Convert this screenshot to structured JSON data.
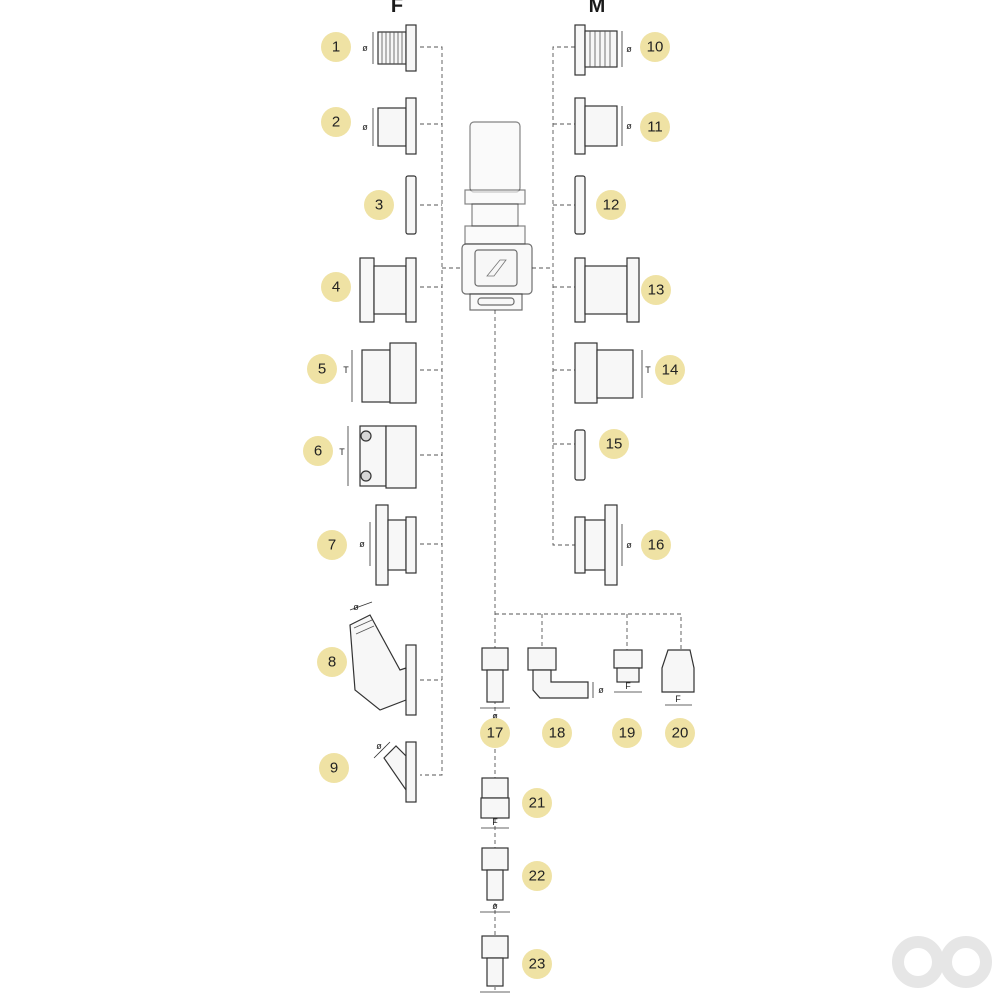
{
  "column_labels": {
    "female": "F",
    "male": "M"
  },
  "dimension_symbols": {
    "diameter": "ø",
    "thread": "T",
    "flat": "F"
  },
  "items": [
    {
      "number": "1"
    },
    {
      "number": "2"
    },
    {
      "number": "3"
    },
    {
      "number": "4"
    },
    {
      "number": "5"
    },
    {
      "number": "6"
    },
    {
      "number": "7"
    },
    {
      "number": "8"
    },
    {
      "number": "9"
    },
    {
      "number": "10"
    },
    {
      "number": "11"
    },
    {
      "number": "12"
    },
    {
      "number": "13"
    },
    {
      "number": "14"
    },
    {
      "number": "15"
    },
    {
      "number": "16"
    },
    {
      "number": "17"
    },
    {
      "number": "18"
    },
    {
      "number": "19"
    },
    {
      "number": "20"
    },
    {
      "number": "21"
    },
    {
      "number": "22"
    },
    {
      "number": "23"
    }
  ],
  "colors": {
    "badge_fill": "#efe2a4",
    "line": "#333333",
    "watermark": "#e6e6e6"
  },
  "watermark": {
    "icon": "ao-logo-watermark"
  }
}
